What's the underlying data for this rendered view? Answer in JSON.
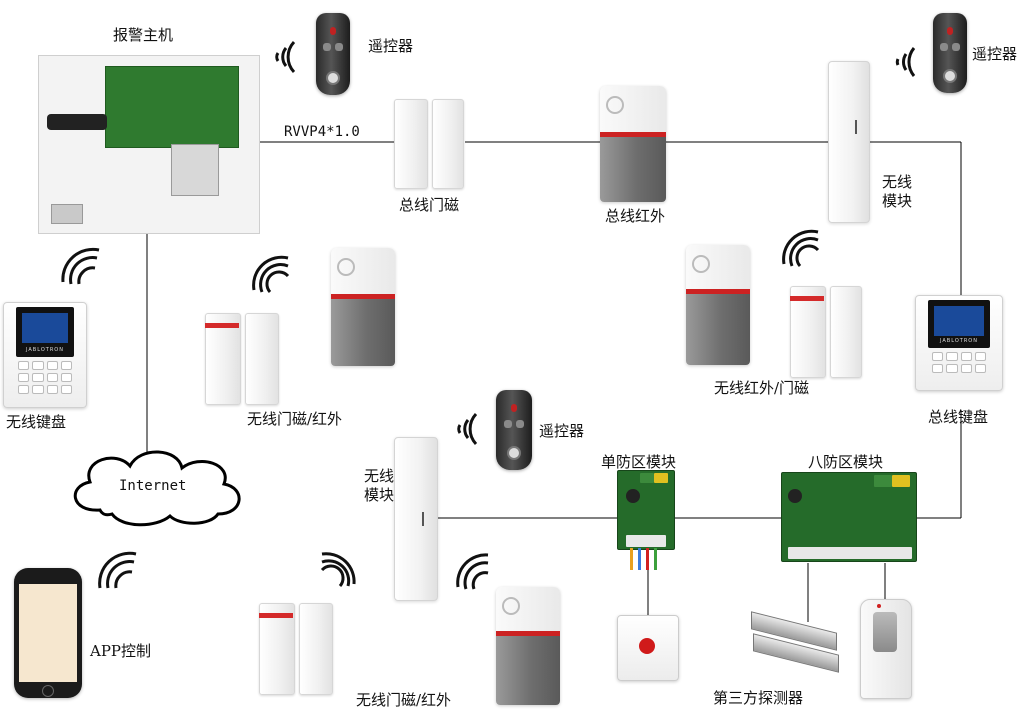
{
  "labels": {
    "main_unit": "报警主机",
    "cable": "RVVP4*1.0",
    "bus_door": "总线门磁",
    "bus_pir": "总线红外",
    "remote": "遥控器",
    "wireless_module_1": "无线",
    "wireless_module_2": "模块",
    "wireless_keypad": "无线键盘",
    "wireless_door_pir": "无线门磁/红外",
    "wireless_pir_door": "无线红外/门磁",
    "bus_keypad": "总线键盘",
    "internet": "Internet",
    "single_zone": "单防区模块",
    "eight_zone": "八防区模块",
    "app": "APP控制",
    "third_party": "第三方探测器"
  },
  "keypad": {
    "brand": "JABLOTRON"
  },
  "colors": {
    "wire": "#000000",
    "accent_red": "#cc2222",
    "pcb": "#2f7a2f"
  }
}
